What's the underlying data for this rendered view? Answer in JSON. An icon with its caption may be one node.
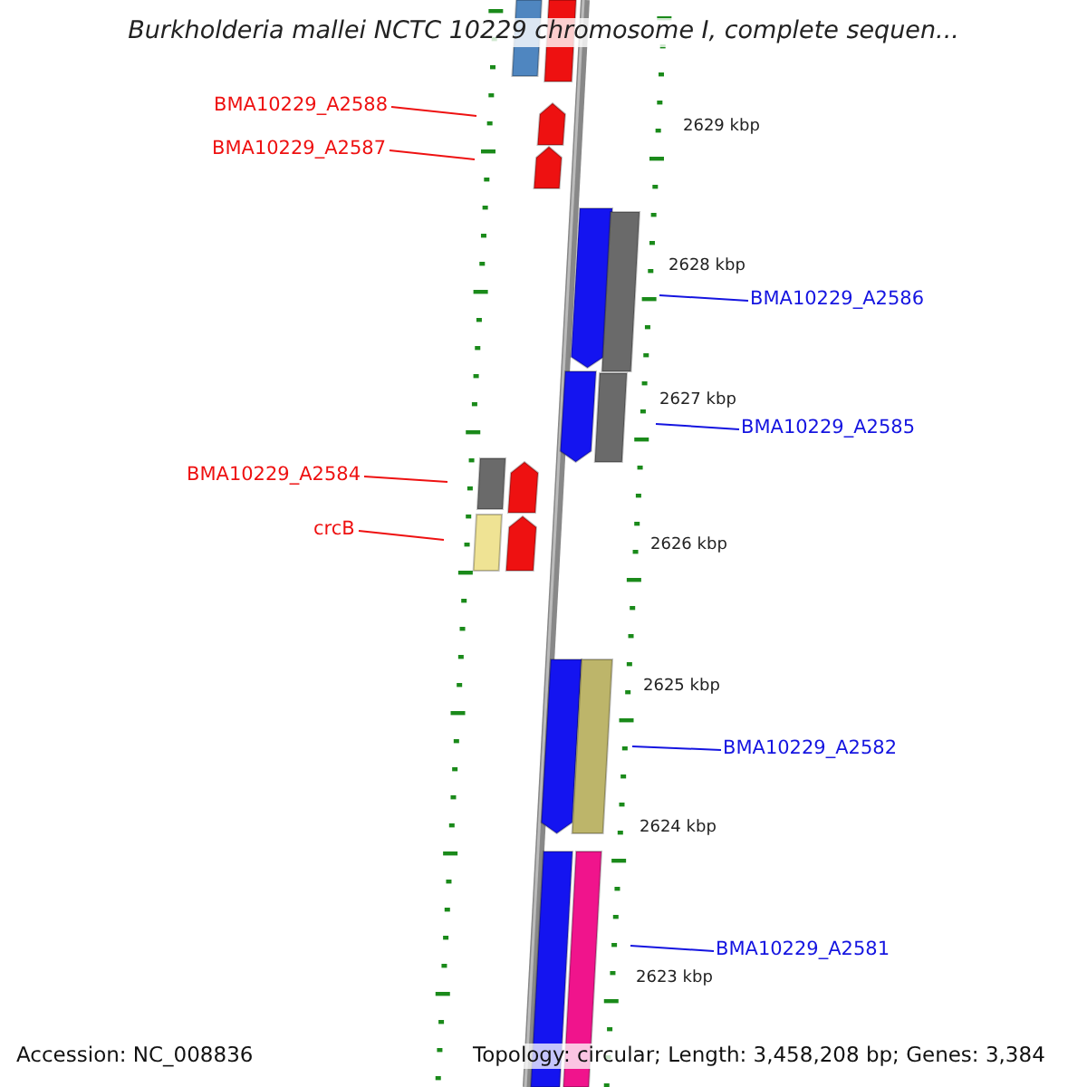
{
  "diagram": {
    "title": "Burkholderia mallei NCTC 10229 chromosome I, complete sequen...",
    "nodes": [
      {
        "text": [
          "BMA10229_A2588"
        ]
      },
      {
        "text": [
          "BMA10229_A2587"
        ]
      },
      {
        "text": [
          "BMA10229_A2586"
        ]
      },
      {
        "text": [
          "BMA10229_A2585"
        ]
      },
      {
        "text": [
          "BMA10229_A2584"
        ]
      },
      {
        "text": [
          "crcB"
        ]
      },
      {
        "text": [
          "BMA10229_A2582"
        ]
      },
      {
        "text": [
          "BMA10229_A2581"
        ]
      }
    ],
    "edges": [
      {
        "from": 0,
        "to": null,
        "arrow": "none",
        "color": "#ee1111"
      },
      {
        "from": 1,
        "to": null,
        "arrow": "none",
        "color": "#ee1111"
      },
      {
        "from": 2,
        "to": null,
        "arrow": "none",
        "color": "#1414e0"
      },
      {
        "from": 3,
        "to": null,
        "arrow": "none",
        "color": "#1414e0"
      },
      {
        "from": 4,
        "to": null,
        "arrow": "none",
        "color": "#ee1111"
      },
      {
        "from": 5,
        "to": null,
        "arrow": "none",
        "color": "#ee1111"
      },
      {
        "from": 6,
        "to": null,
        "arrow": "none",
        "color": "#1414e0"
      },
      {
        "from": 7,
        "to": null,
        "arrow": "none",
        "color": "#1414e0"
      }
    ],
    "labels": [
      "2629 kbp",
      "2628 kbp",
      "2627 kbp",
      "2626 kbp",
      "2625 kbp",
      "2624 kbp",
      "2623 kbp",
      "Accession: NC_008836",
      "Topology: circular; Length: 3,458,208 bp; Genes: 3,384"
    ]
  }
}
